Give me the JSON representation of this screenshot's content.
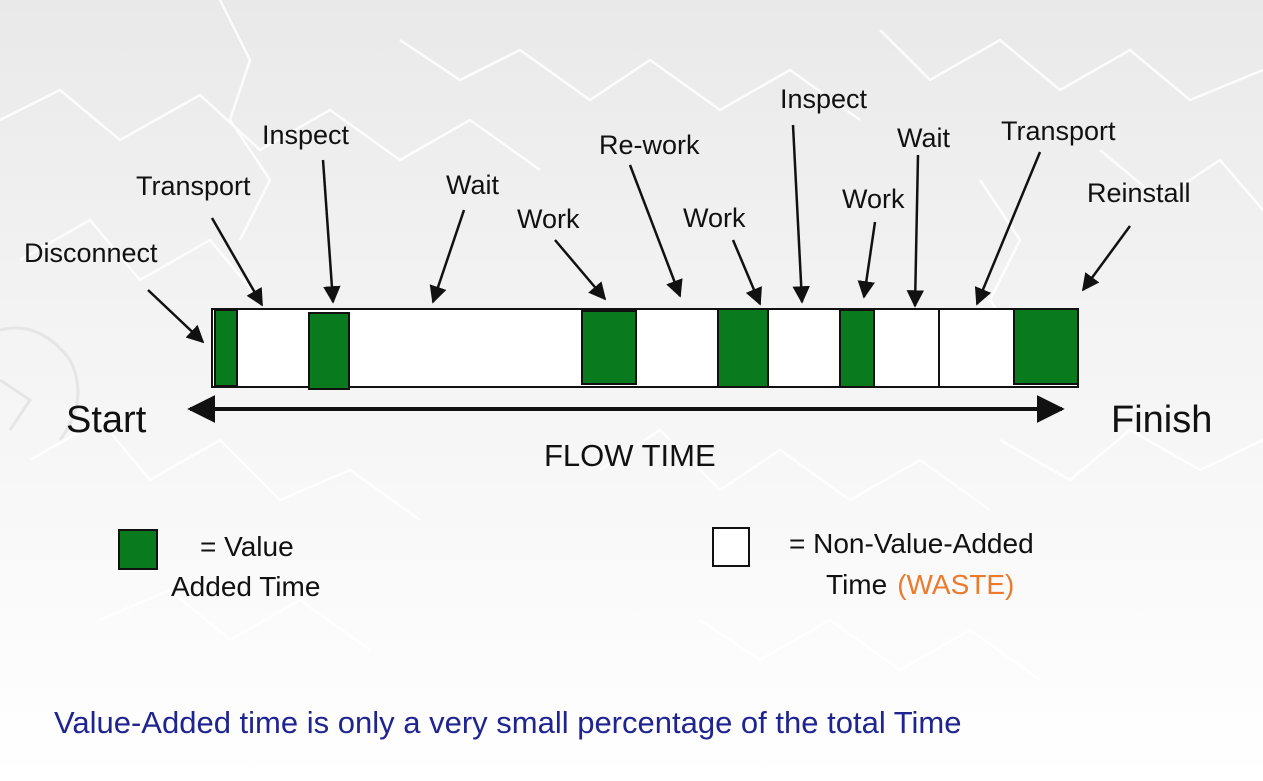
{
  "diagram": {
    "start_label": "Start",
    "finish_label": "Finish",
    "axis_label": "FLOW TIME",
    "bar_outline_color": "#111111",
    "value_added_color": "#0a7a1e",
    "steps": [
      {
        "label": "Disconnect",
        "value_added": true
      },
      {
        "label": "Transport",
        "value_added": false
      },
      {
        "label": "Inspect",
        "value_added": true
      },
      {
        "label": "Wait",
        "value_added": false
      },
      {
        "label": "Work",
        "value_added": true
      },
      {
        "label": "Re-work",
        "value_added": false
      },
      {
        "label": "Work",
        "value_added": true
      },
      {
        "label": "Inspect",
        "value_added": false
      },
      {
        "label": "Work",
        "value_added": true
      },
      {
        "label": "Wait",
        "value_added": false
      },
      {
        "label": "Transport",
        "value_added": false
      },
      {
        "label": "Reinstall",
        "value_added": true
      }
    ]
  },
  "legend": {
    "value_added_line1": "= Value",
    "value_added_line2": "Added Time",
    "non_value_line1": "= Non-Value-Added",
    "non_value_line2": "Time",
    "waste_label": "(WASTE)",
    "waste_color": "#ec7a2c"
  },
  "footer": {
    "note": "Value-Added time is only a very small percentage of the total Time",
    "note_color": "#1f2590"
  }
}
